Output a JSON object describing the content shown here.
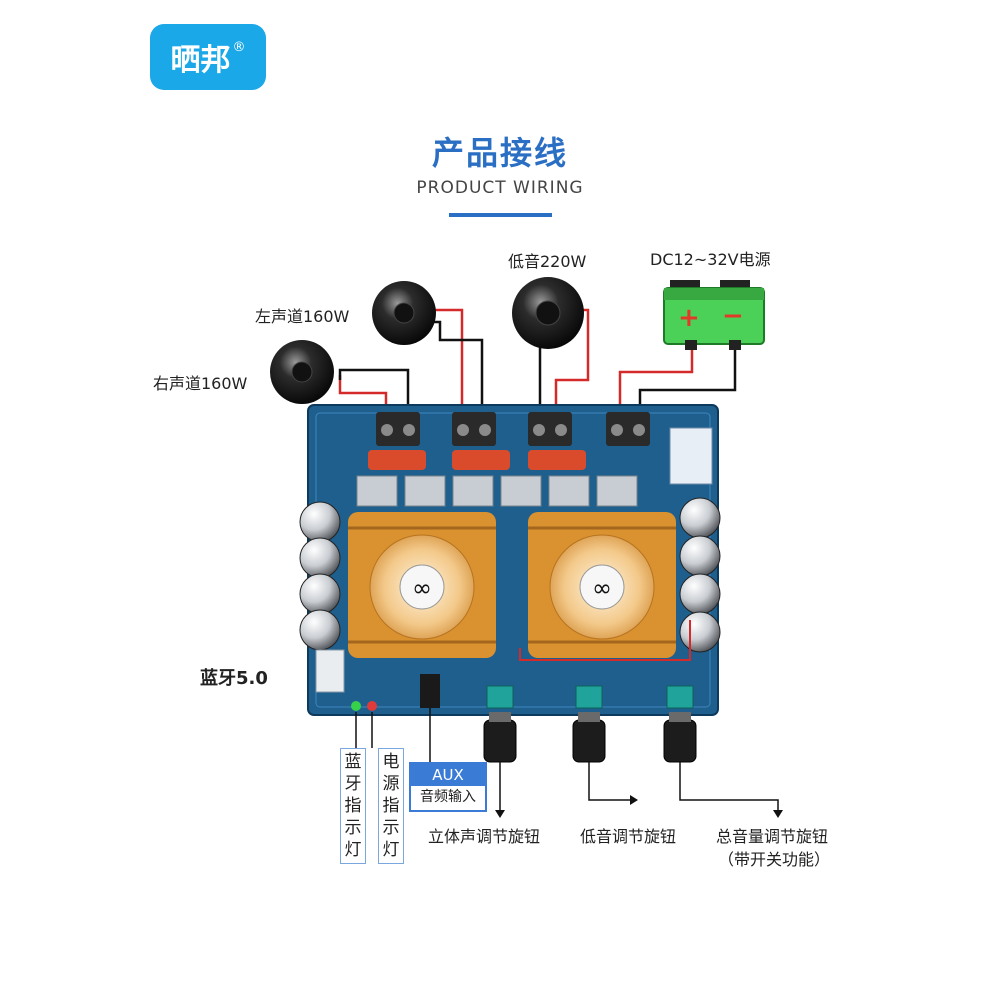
{
  "brand": {
    "logo_text": "晒邦",
    "reg_mark": "®"
  },
  "header": {
    "title_cn": "产品接线",
    "title_en": "PRODUCT WIRING"
  },
  "labels": {
    "left_channel": "左声道160W",
    "right_channel": "右声道160W",
    "bass": "低音220W",
    "power": "DC12~32V电源",
    "bluetooth": "蓝牙5.0",
    "bt_indicator": "蓝牙指示灯",
    "power_indicator": "电源指示灯",
    "aux_top": "AUX",
    "aux_bottom": "音频输入",
    "stereo_knob": "立体声调节旋钮",
    "bass_knob": "低音调节旋钮",
    "master_knob_line1": "总音量调节旋钮",
    "master_knob_line2": "（带开关功能）"
  },
  "battery": {
    "plus": "+",
    "minus": "−"
  },
  "colors": {
    "accent": "#2a6fc4",
    "logo_bg": "#1ba8e8",
    "board": "#1f5f8e",
    "heatsink": "#d9922f",
    "battery": "#4bd158",
    "wire_red": "#d42a2a",
    "wire_black": "#111111"
  }
}
